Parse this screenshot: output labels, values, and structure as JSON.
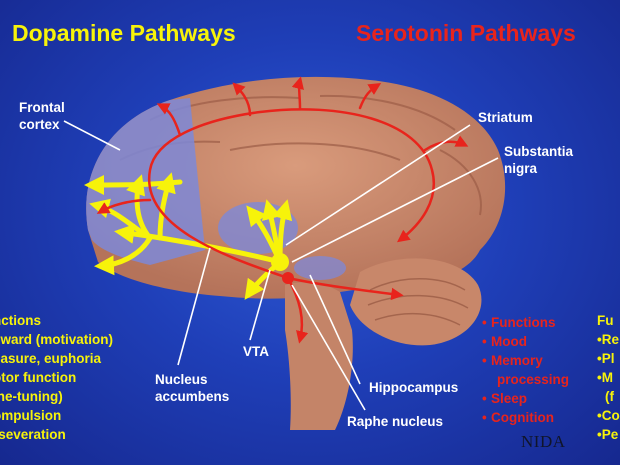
{
  "titles": {
    "dopamine": "Dopamine Pathways",
    "serotonin": "Serotonin Pathways"
  },
  "labels": {
    "frontal_cortex": [
      "Frontal",
      "cortex"
    ],
    "striatum": "Striatum",
    "substantia_nigra": [
      "Substantia",
      "nigra"
    ],
    "vta": "VTA",
    "nucleus_accumbens": [
      "Nucleus",
      "accumbens"
    ],
    "hippocampus": "Hippocampus",
    "raphe_nucleus": "Raphe nucleus"
  },
  "dopamine_functions": [
    "nctions",
    "eward (motivation)",
    "easure, euphoria",
    "otor function",
    "ine-tuning)",
    "ompulsion",
    "rseveration"
  ],
  "serotonin_functions": {
    "heading": "Functions",
    "items": [
      "Mood",
      "Memory",
      "processing",
      "Sleep",
      "Cognition"
    ]
  },
  "cutoff_functions": [
    "Fu",
    "•Re",
    "•Pl",
    "•M",
    "(f",
    "•Co",
    "•Pe"
  ],
  "logo": "NIDA",
  "colors": {
    "background": "#1f3fb8",
    "dopamine": "#f7f30a",
    "serotonin": "#e8241c",
    "brain": "#c98a6e",
    "cortex_overlay": "#7d88d8"
  }
}
